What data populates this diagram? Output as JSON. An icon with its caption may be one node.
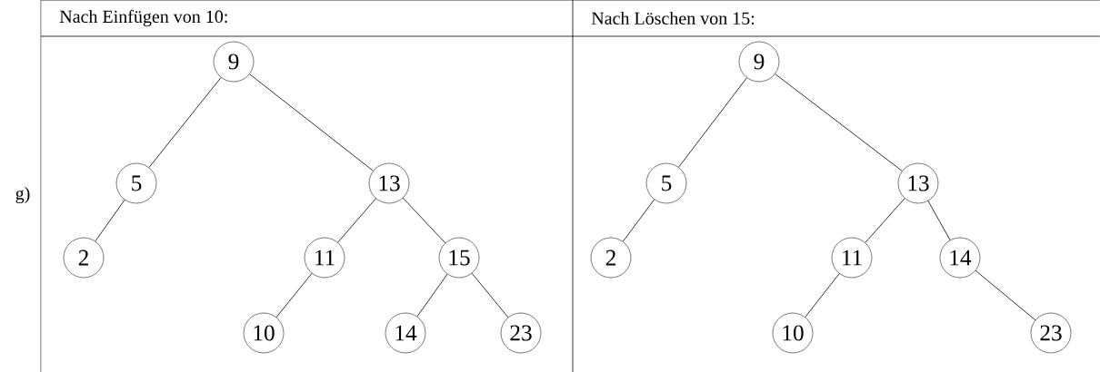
{
  "diagram": {
    "nodes": [
      {
        "text": [
          "9"
        ]
      },
      {
        "text": [
          "5"
        ]
      },
      {
        "text": [
          "13"
        ]
      },
      {
        "text": [
          "2"
        ]
      },
      {
        "text": [
          "11"
        ]
      },
      {
        "text": [
          "15"
        ]
      },
      {
        "text": [
          "10"
        ]
      },
      {
        "text": [
          "14"
        ]
      },
      {
        "text": [
          "23"
        ]
      },
      {
        "text": [
          "9"
        ]
      },
      {
        "text": [
          "5"
        ]
      },
      {
        "text": [
          "13"
        ]
      },
      {
        "text": [
          "2"
        ]
      },
      {
        "text": [
          "11"
        ]
      },
      {
        "text": [
          "14"
        ]
      },
      {
        "text": [
          "10"
        ]
      },
      {
        "text": [
          "23"
        ]
      }
    ],
    "edges": [
      {
        "from": 0,
        "to": 1,
        "arrow": "none"
      },
      {
        "from": 0,
        "to": 2,
        "arrow": "none"
      },
      {
        "from": 1,
        "to": 3,
        "arrow": "none"
      },
      {
        "from": 2,
        "to": 4,
        "arrow": "none"
      },
      {
        "from": 2,
        "to": 5,
        "arrow": "none"
      },
      {
        "from": 4,
        "to": 6,
        "arrow": "none"
      },
      {
        "from": 5,
        "to": 7,
        "arrow": "none"
      },
      {
        "from": 5,
        "to": 8,
        "arrow": "none"
      },
      {
        "from": 9,
        "to": 10,
        "arrow": "none"
      },
      {
        "from": 9,
        "to": 11,
        "arrow": "none"
      },
      {
        "from": 10,
        "to": 12,
        "arrow": "none"
      },
      {
        "from": 11,
        "to": 13,
        "arrow": "none"
      },
      {
        "from": 11,
        "to": 14,
        "arrow": "none"
      },
      {
        "from": 13,
        "to": 15,
        "arrow": "none"
      },
      {
        "from": 14,
        "to": 16,
        "arrow": "none"
      }
    ],
    "labels": [
      "Nach Einfügen von 10:",
      "Nach Löschen von 15:",
      "g)"
    ]
  }
}
